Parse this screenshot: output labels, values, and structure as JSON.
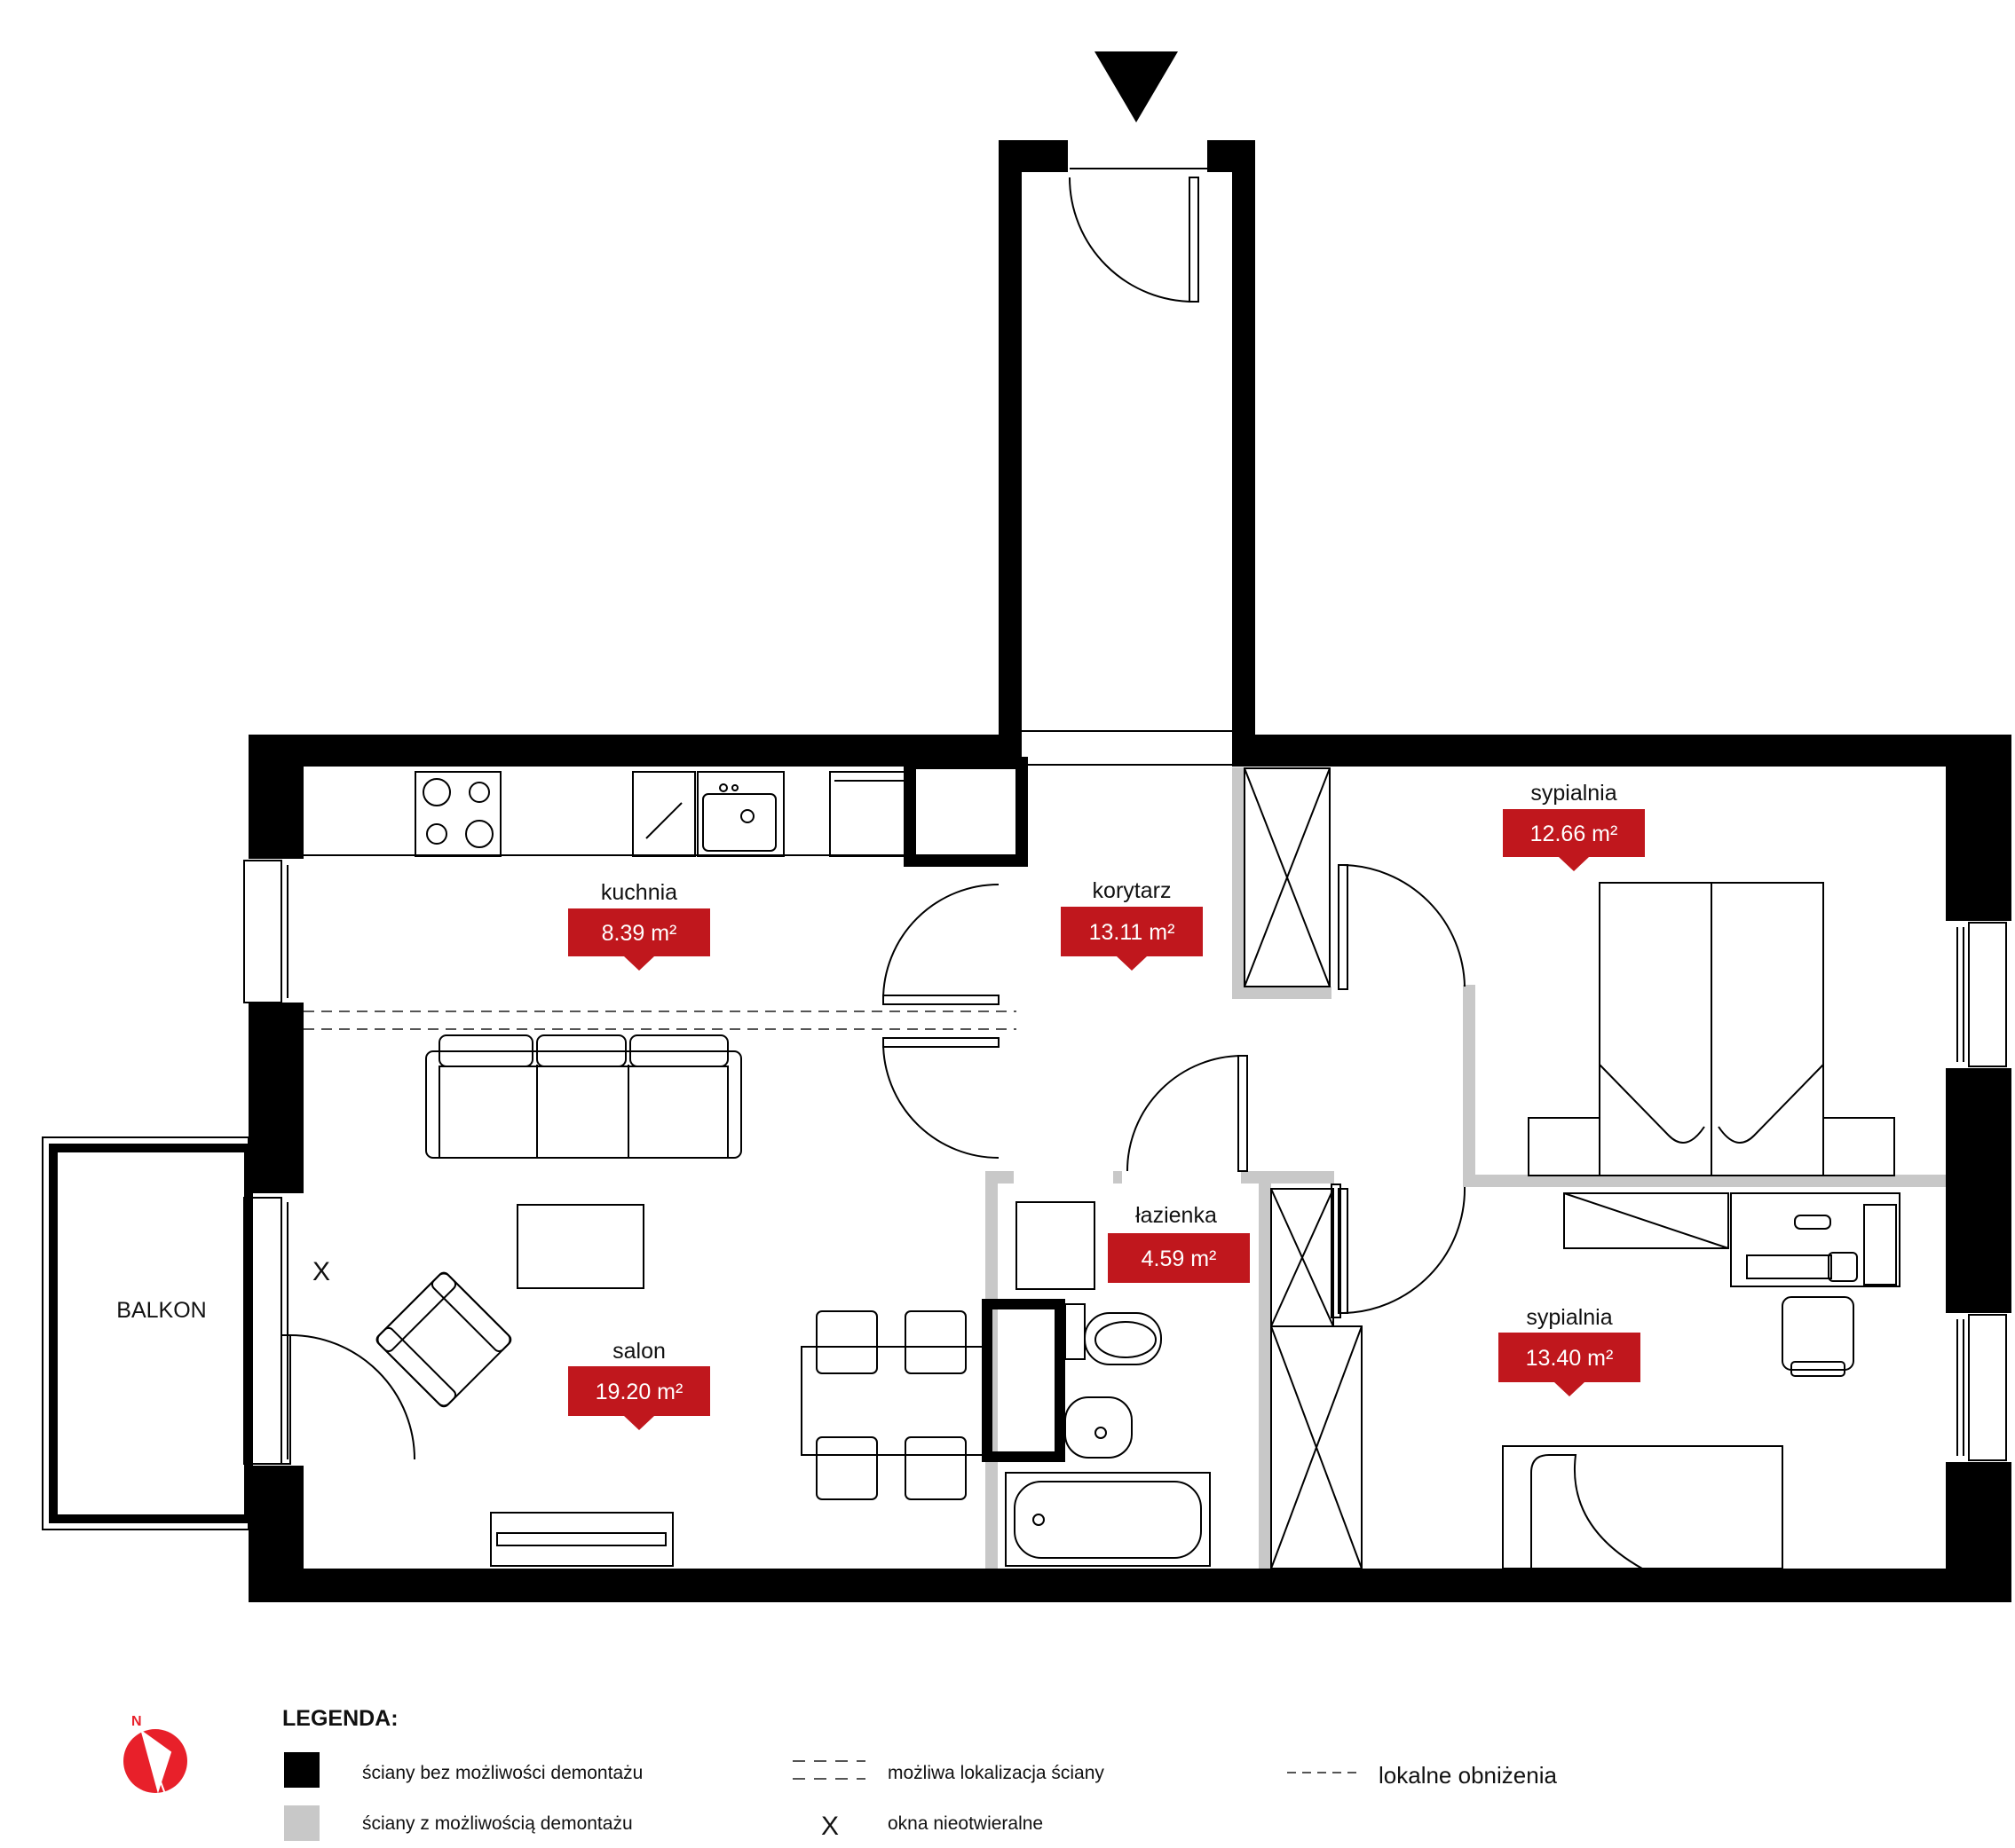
{
  "rooms": [
    {
      "name": "kuchnia",
      "area": "8.39 m²"
    },
    {
      "name": "korytarz",
      "area": "13.11 m²"
    },
    {
      "name": "sypialnia",
      "area": "12.66 m²"
    },
    {
      "name": "łazienka",
      "area": "4.59 m²"
    },
    {
      "name": "salon",
      "area": "19.20 m²"
    },
    {
      "name": "sypialnia",
      "area": "13.40 m²"
    }
  ],
  "balcony_label": "BALKON",
  "window_mark": "X",
  "compass_letter": "N",
  "legend": {
    "title": "LEGENDA:",
    "items": {
      "fixed_walls": "ściany bez możliwości demontażu",
      "removable_walls": "ściany z możliwością demontażu",
      "possible_wall": "możliwa lokalizacja ściany",
      "fixed_windows": "okna nieotwieralne",
      "local_lowering": "lokalne obniżenia"
    },
    "x_symbol": "X"
  },
  "colors": {
    "wall_fixed": "#000000",
    "wall_removable": "#c8c8c8",
    "area_tag": "#c0171d",
    "compass": "#e8202a"
  }
}
